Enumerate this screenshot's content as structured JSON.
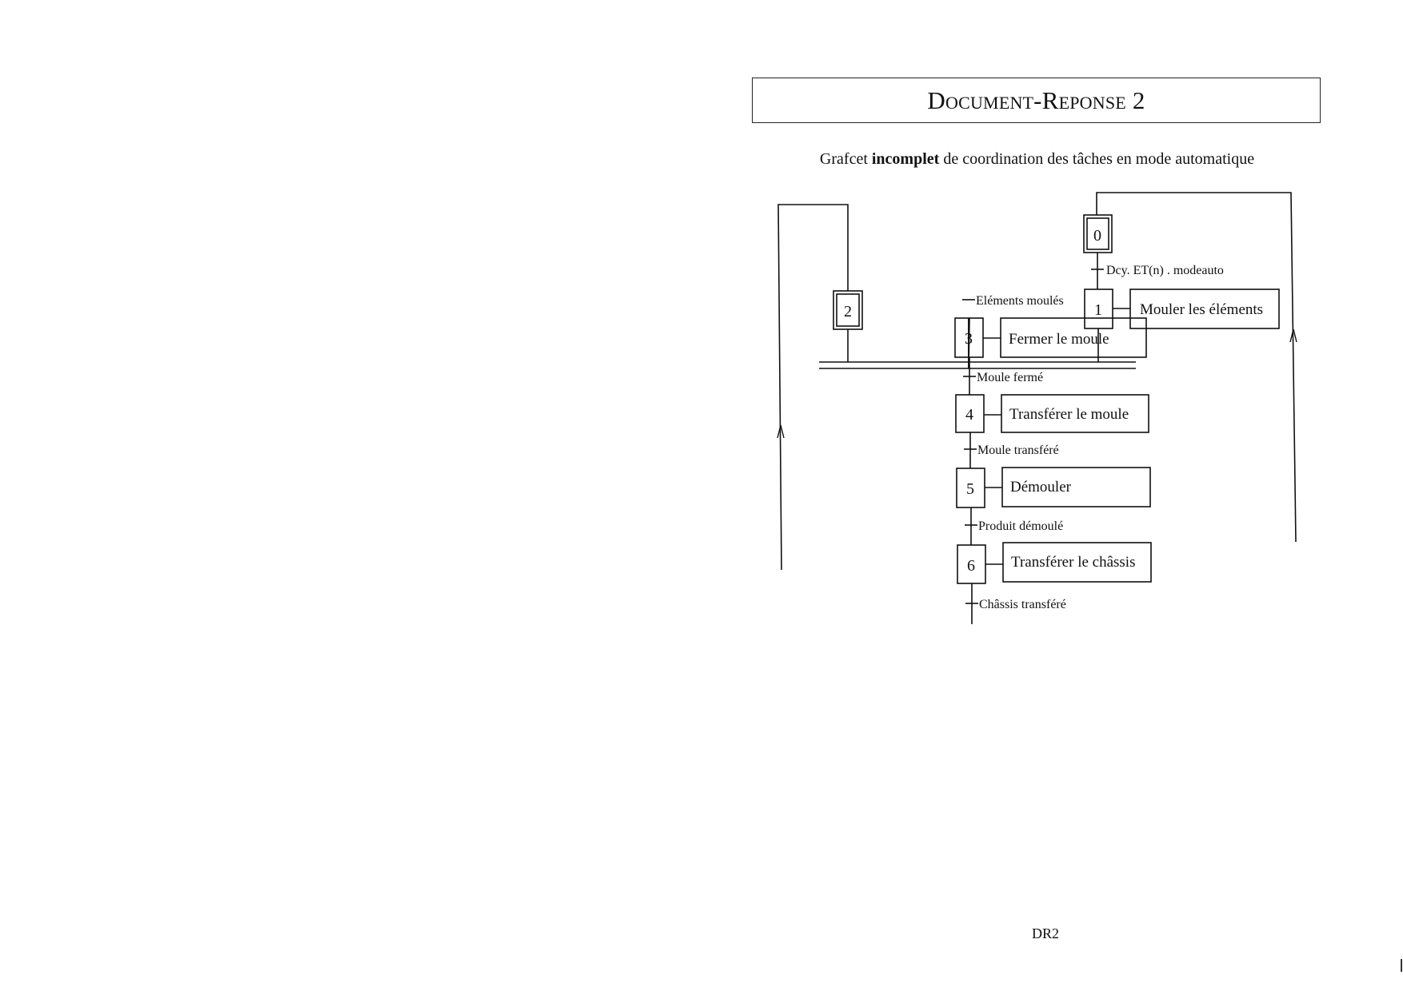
{
  "header": {
    "title": "Document-Reponse 2"
  },
  "subtitle": {
    "prefix": "Grafcet ",
    "emphasis": "incomplet",
    "suffix": " de coordination des tâches en mode automatique"
  },
  "grafcet": {
    "steps": {
      "s0": "0",
      "s1": "1",
      "s2": "2",
      "s3": "3",
      "s4": "4",
      "s5": "5",
      "s6": "6"
    },
    "actions": {
      "a1": "Mouler les éléments",
      "a3": "Fermer le moule",
      "a4": "Transférer le moule",
      "a5": "Démouler",
      "a6": "Transférer le châssis"
    },
    "transitions": {
      "t01": "Dcy. ET(n) . modeauto",
      "t3": "Eléments moulés",
      "t34": "Moule fermé",
      "t45": "Moule transféré",
      "t56": "Produit démoulé",
      "t6": "Châssis transféré"
    }
  },
  "footer": {
    "page_label": "DR2"
  }
}
